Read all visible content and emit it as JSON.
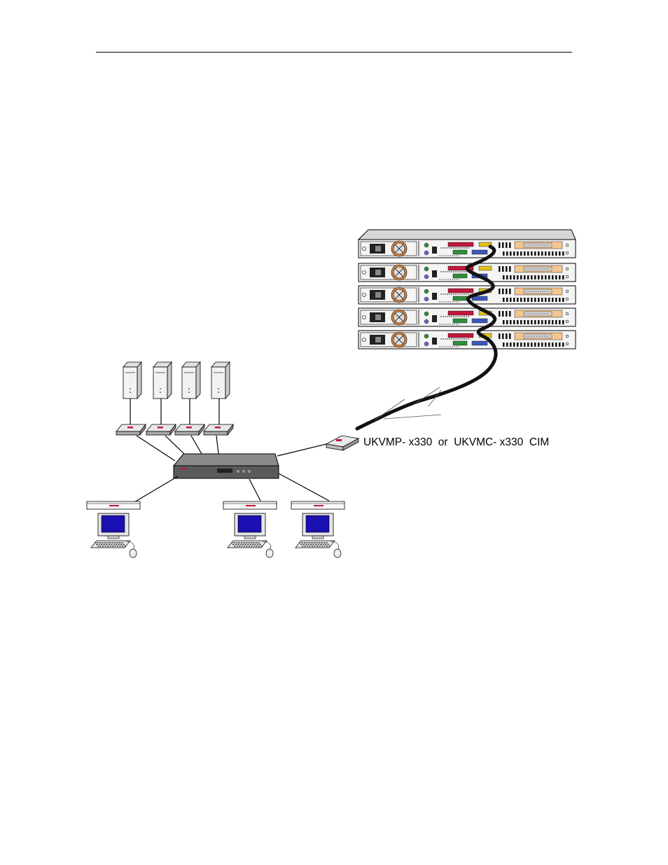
{
  "figure": {
    "cim_caption": "UKVMP- x330  or  UKVMC- x330  CIM",
    "colors": {
      "rack_face": "#f4f4f4",
      "fan_ring": "#d9823a",
      "power_block": "#222222",
      "port_red": "#c0183a",
      "port_yellow": "#e3c21b",
      "port_green": "#2f8f3a",
      "port_blue": "#3d57b8",
      "card_orange": "#f5c58e",
      "cable": "#111111",
      "monitor_screen": "#1a0fb0",
      "switch_body": "#555555"
    },
    "rack_server_count": 5,
    "tower_server_count": 4,
    "user_station_count": 3
  }
}
